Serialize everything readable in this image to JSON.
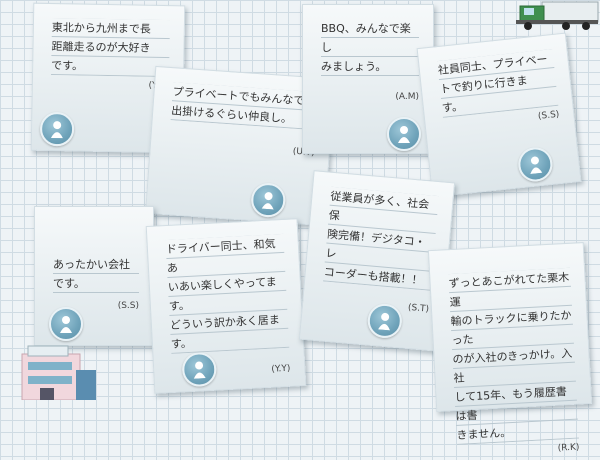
{
  "notes": [
    {
      "text": "東北から九州まで長\n距離走るのが大好き\nです。",
      "author": "(Y.H)"
    },
    {
      "text": "プライベートでもみんなで\n出掛けるぐらい仲良し。",
      "author": "(U.T)"
    },
    {
      "text": "BBQ、みんなで楽し\nみましょう。",
      "author": "(A.M)"
    },
    {
      "text": "社員同士、プライベー\nトで釣りに行きま\nす。",
      "author": "(S.S)"
    },
    {
      "text": "あったかい会社です。",
      "author": "(S.S)"
    },
    {
      "text": "ドライバー同士、和気あ\nいあい楽しくやってます。\nどういう訳か永く居ます。",
      "author": "(Y.Y)"
    },
    {
      "text": "従業員が多く、社会保\n険完備！デジタコ・レ\nコーダーも搭載！！",
      "author": "(S.T)"
    },
    {
      "text": "ずっとあこがれてた栗木運\n輸のトラックに乗りたかった\nのが入社のきっかけ。入社\nして15年、もう履歴書は書\nきません。",
      "author": "(R.K)"
    }
  ],
  "icons": {
    "avatar": "person-avatar-icon",
    "truck": "truck-illustration",
    "building": "office-building-illustration"
  },
  "colors": {
    "note_bg": "#eef3f5",
    "avatar": "#6fa3ba",
    "grid": "#cfdbe3"
  }
}
